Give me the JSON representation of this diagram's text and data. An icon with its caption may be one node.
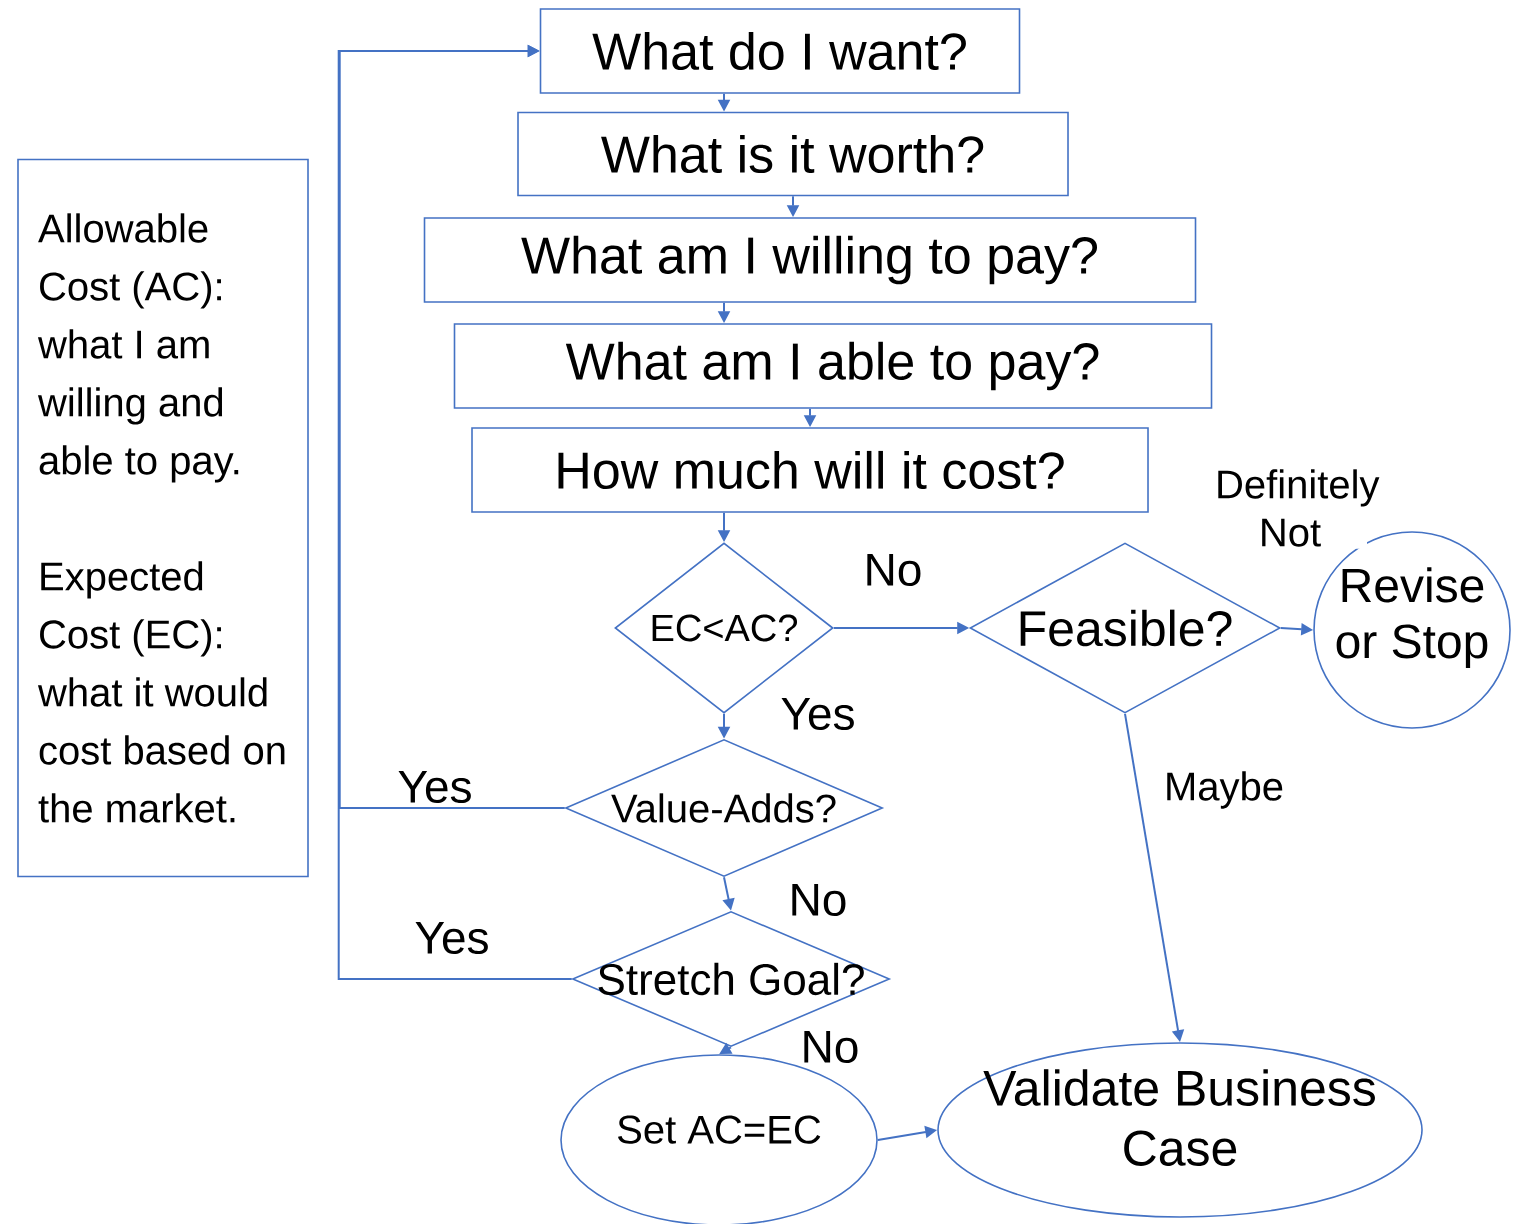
{
  "diagram": {
    "nodes": [
      {
        "text": [
          "What do I want?"
        ]
      },
      {
        "text": [
          "What is it worth?"
        ]
      },
      {
        "text": [
          "What am I willing to pay?"
        ]
      },
      {
        "text": [
          "What am I able to pay?"
        ]
      },
      {
        "text": [
          "How much will it cost?"
        ]
      },
      {
        "text": [
          "EC<AC?"
        ]
      },
      {
        "text": [
          "Feasible?"
        ]
      },
      {
        "text": [
          "Revise or Stop"
        ]
      },
      {
        "text": [
          "Value-Adds?"
        ]
      },
      {
        "text": [
          "Stretch Goal?"
        ]
      },
      {
        "text": [
          "Set AC=EC"
        ]
      },
      {
        "text": [
          "Validate Business Case"
        ]
      },
      {
        "text": [
          "Allowable Cost (AC): what I am willing and able to pay.",
          "Expected Cost (EC): what it would cost based on the market."
        ]
      }
    ],
    "edges": [
      {
        "from": 0,
        "to": 1,
        "arrow": "to"
      },
      {
        "from": 1,
        "to": 2,
        "arrow": "to"
      },
      {
        "from": 2,
        "to": 3,
        "arrow": "to"
      },
      {
        "from": 3,
        "to": 4,
        "arrow": "to"
      },
      {
        "from": 4,
        "to": 5,
        "arrow": "to"
      },
      {
        "from": 5,
        "to": 6,
        "arrow": "to",
        "label": "No"
      },
      {
        "from": 5,
        "to": 8,
        "arrow": "to",
        "label": "Yes"
      },
      {
        "from": 6,
        "to": 7,
        "arrow": "to",
        "label": "Definitely Not"
      },
      {
        "from": 6,
        "to": 11,
        "arrow": "to",
        "label": "Maybe"
      },
      {
        "from": 8,
        "to": 0,
        "arrow": "to",
        "label": "Yes"
      },
      {
        "from": 8,
        "to": 9,
        "arrow": "to",
        "label": "No"
      },
      {
        "from": 9,
        "to": 0,
        "arrow": "to",
        "label": "Yes"
      },
      {
        "from": 9,
        "to": 10,
        "arrow": "to",
        "label": "No"
      },
      {
        "from": 10,
        "to": 11,
        "arrow": "to"
      }
    ]
  }
}
